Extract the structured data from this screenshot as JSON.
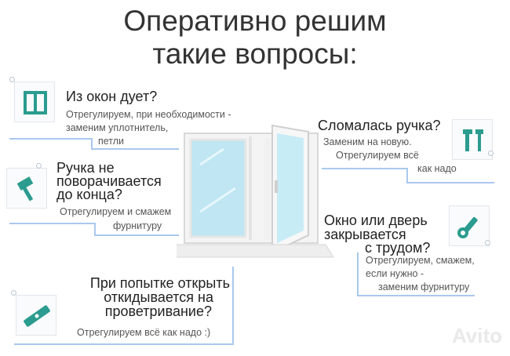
{
  "title_line1": "Оперативно решим",
  "title_line2": "такие вопросы:",
  "items": [
    {
      "heading": [
        "Из окон дует?"
      ],
      "sub": [
        "Отрегулируем, при необходимости -",
        "заменим уплотнитель,",
        "петли"
      ],
      "icon": "window-icon"
    },
    {
      "heading": [
        "Ручка не",
        "поворачивается",
        "до конца?"
      ],
      "sub": [
        "Отрегулируем и смажем",
        "фурнитуру"
      ],
      "icon": "hammer-icon"
    },
    {
      "heading": [
        "При попытке открыть",
        "откидывается на",
        "проветривание?"
      ],
      "sub": [
        "Отрегулируем всё как надо :)"
      ],
      "icon": "level-icon"
    },
    {
      "heading": [
        "Сломалась ручка?"
      ],
      "sub": [
        "Заменим на новую.",
        "Отрегулируем всё",
        "как надо"
      ],
      "icon": "screwdriver-wrench-icon"
    },
    {
      "heading": [
        "Окно или дверь",
        "закрывается",
        "с трудом?"
      ],
      "sub": [
        "Отрегулируем, смажем,",
        "если нужно -",
        "заменим фурнитуру"
      ],
      "icon": "wrench-icon"
    }
  ],
  "watermark": "Avito",
  "colors": {
    "accent": "#2b9c8f",
    "line": "#a9c8ee",
    "glass": "#bfe6f2"
  }
}
